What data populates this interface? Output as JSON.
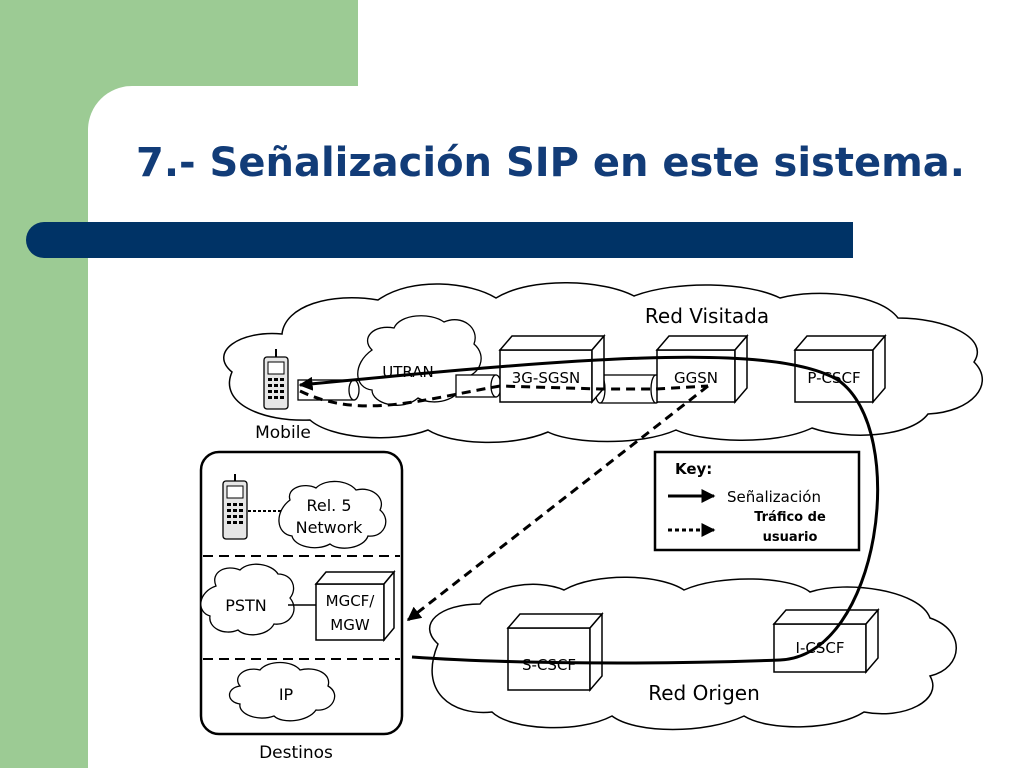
{
  "slide": {
    "title": "7.- Señalización SIP en este sistema."
  },
  "diagram": {
    "visited_network": {
      "label": "Red Visitada",
      "nodes": [
        "UTRAN",
        "3G-SGSN",
        "GGSN",
        "P-CSCF"
      ]
    },
    "home_network": {
      "label": "Red Origen",
      "nodes": [
        "S-CSCF",
        "I-CSCF"
      ]
    },
    "mobile_label": "Mobile",
    "destinations": {
      "label": "Destinos",
      "rel5_line1": "Rel. 5",
      "rel5_line2": "Network",
      "pstn": "PSTN",
      "mgcf_line1": "MGCF/",
      "mgcf_line2": "MGW",
      "ip": "IP"
    },
    "key": {
      "title": "Key:",
      "signaling": "Señalización",
      "traffic_line1": "Tráfico de",
      "traffic_line2": "usuario"
    }
  }
}
